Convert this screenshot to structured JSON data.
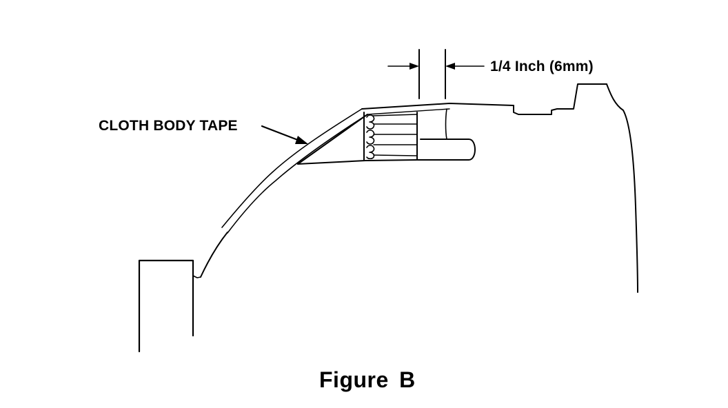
{
  "figure": {
    "caption": "Figure  B",
    "labels": {
      "tape": "CLOTH BODY TAPE",
      "dimension": "1/4 Inch (6mm)"
    }
  },
  "colors": {
    "ink": "#000000",
    "paper": "#ffffff"
  },
  "icons": [
    "dimension-arrow-icon",
    "leader-arrow-icon"
  ]
}
